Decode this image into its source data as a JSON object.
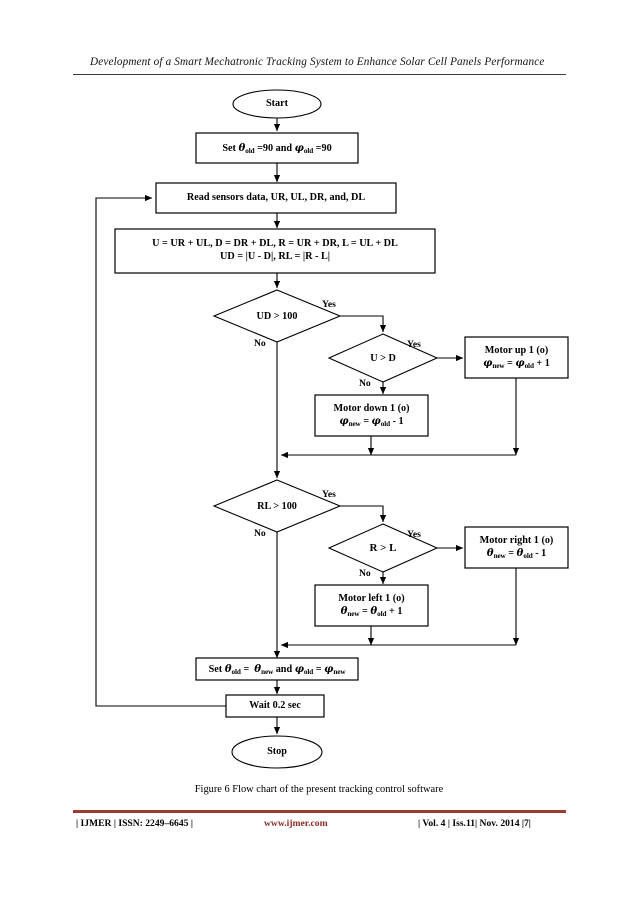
{
  "header": {
    "running_title": "Development of a Smart Mechatronic Tracking System to Enhance Solar Cell Panels Performance"
  },
  "figure": {
    "caption": "Figure 6 Flow chart of the present tracking control software",
    "type": "flowchart",
    "nodes": {
      "start": {
        "shape": "terminator",
        "label": "Start"
      },
      "init": {
        "shape": "process",
        "label_parts": [
          "Set ",
          "θ",
          "old",
          " =90 and ",
          "φ",
          "old",
          " =90"
        ],
        "label_plain": "Set θold =90 and φold =90"
      },
      "read": {
        "shape": "process",
        "label": "Read sensors data, UR, UL, DR, and, DL"
      },
      "compute": {
        "shape": "process",
        "line1": "U = UR + UL, D = DR + DL, R = UR + DR, L = UL + DL",
        "line2": "UD = |U - D|, RL =  |R - L|"
      },
      "dec_ud": {
        "shape": "decision",
        "label": "UD > 100"
      },
      "dec_ugtd": {
        "shape": "decision",
        "label": "U > D"
      },
      "motor_up": {
        "shape": "process",
        "line1": "Motor up 1 (o)",
        "sym": "φ",
        "sub_new": "new",
        "eq": " = ",
        "sub_old": "old",
        "op": " + 1",
        "line2_plain": "φnew = φold + 1"
      },
      "motor_down": {
        "shape": "process",
        "line1": "Motor down 1 (o)",
        "sym": "φ",
        "sub_new": "new",
        "eq": " = ",
        "sub_old": "old",
        "op": " - 1",
        "line2_plain": "φnew = φold - 1"
      },
      "dec_rl": {
        "shape": "decision",
        "label": "RL > 100"
      },
      "dec_rgtl": {
        "shape": "decision",
        "label": "R > L"
      },
      "motor_right": {
        "shape": "process",
        "line1": "Motor right 1 (o)",
        "sym": "θ",
        "sub_new": "new",
        "eq": " = ",
        "sub_old": "old",
        "op": " - 1",
        "line2_plain": "θnew = θold - 1"
      },
      "motor_left": {
        "shape": "process",
        "line1": "Motor left 1 (o)",
        "sym": "θ",
        "sub_new": "new",
        "eq": " = ",
        "sub_old": "old",
        "op": " + 1",
        "line2_plain": "θnew = θold + 1"
      },
      "update": {
        "shape": "process",
        "label_plain": "Set θold =  θnew and φold = φnew"
      },
      "wait": {
        "shape": "process",
        "label": "Wait 0.2 sec"
      },
      "stop": {
        "shape": "terminator",
        "label": "Stop"
      }
    },
    "edge_labels": {
      "ud_yes": "Yes",
      "ud_no": "No",
      "ugtd_yes": "Yes",
      "ugtd_no": "No",
      "rl_yes": "Yes",
      "rl_no": "No",
      "rgtl_yes": "Yes",
      "rgtl_no": "No"
    }
  },
  "footer": {
    "journal": "| IJMER | ISSN: 2249–6645 |",
    "website": "www.ijmer.com",
    "volume": "| Vol. 4 | Iss.11| Nov. 2014 |7|",
    "rule_color": "#9c3a34"
  }
}
